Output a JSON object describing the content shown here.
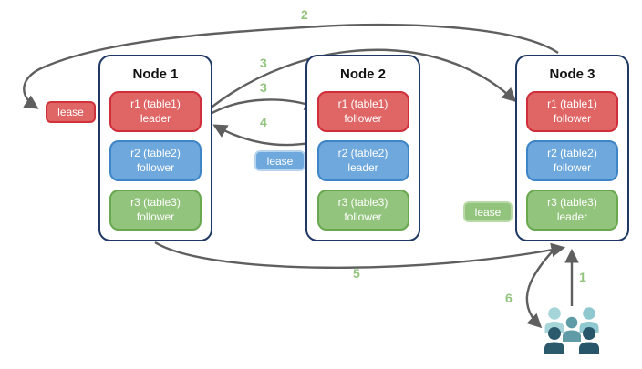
{
  "nodes": [
    {
      "title": "Node 1",
      "replicas": [
        {
          "name": "r1 (table1)",
          "role": "leader",
          "color": "red"
        },
        {
          "name": "r2 (table2)",
          "role": "follower",
          "color": "blue"
        },
        {
          "name": "r3 (table3)",
          "role": "follower",
          "color": "green"
        }
      ]
    },
    {
      "title": "Node 2",
      "replicas": [
        {
          "name": "r1 (table1)",
          "role": "follower",
          "color": "red"
        },
        {
          "name": "r2 (table2)",
          "role": "leader",
          "color": "blue"
        },
        {
          "name": "r3 (table3)",
          "role": "follower",
          "color": "green"
        }
      ]
    },
    {
      "title": "Node 3",
      "replicas": [
        {
          "name": "r1 (table1)",
          "role": "follower",
          "color": "red"
        },
        {
          "name": "r2 (table2)",
          "role": "follower",
          "color": "blue"
        },
        {
          "name": "r3 (table3)",
          "role": "leader",
          "color": "green"
        }
      ]
    }
  ],
  "leases": [
    {
      "label": "lease",
      "color": "red"
    },
    {
      "label": "lease",
      "color": "blue"
    },
    {
      "label": "lease",
      "color": "green"
    }
  ],
  "steps": {
    "s1": "1",
    "s2": "2",
    "s3a": "3",
    "s3b": "3",
    "s4": "4",
    "s5": "5",
    "s6": "6"
  },
  "icons": {
    "clients": "users-icon"
  },
  "colors": {
    "red_fill": "#e06666",
    "red_border": "#cf2e3a",
    "blue_fill": "#6fa8dc",
    "blue_border": "#3d85c6",
    "green_fill": "#93c47d",
    "green_border": "#6aa84f",
    "node_border": "#1f3864",
    "arrow": "#5f5f5f",
    "step_label": "#93c47d",
    "users_light": "#a5d5d9",
    "users_medium": "#5f9ca8",
    "users_dark": "#2b5a6d"
  }
}
